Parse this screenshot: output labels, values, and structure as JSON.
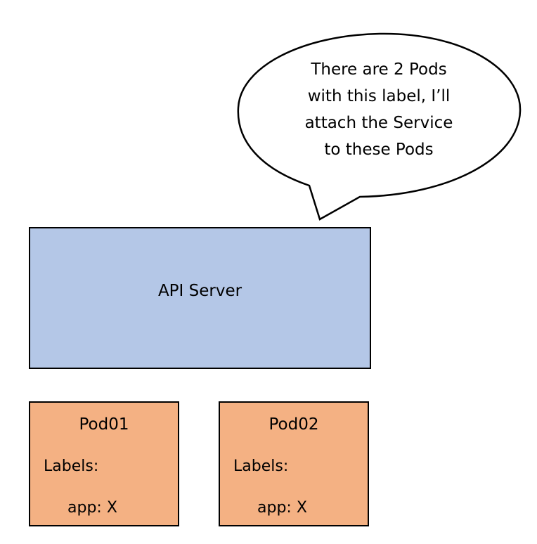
{
  "speech_bubble": {
    "lines": [
      "There are 2 Pods",
      "with this label, I’ll",
      "attach the Service",
      "to these Pods"
    ]
  },
  "api_server": {
    "label": "API Server"
  },
  "pods": [
    {
      "name": "Pod01",
      "labels_title": "Labels:",
      "label_entry": "app: X"
    },
    {
      "name": "Pod02",
      "labels_title": "Labels:",
      "label_entry": "app: X"
    }
  ],
  "colors": {
    "api_server_fill": "#b4c7e7",
    "pod_fill": "#f4b183",
    "outline": "#000000"
  }
}
